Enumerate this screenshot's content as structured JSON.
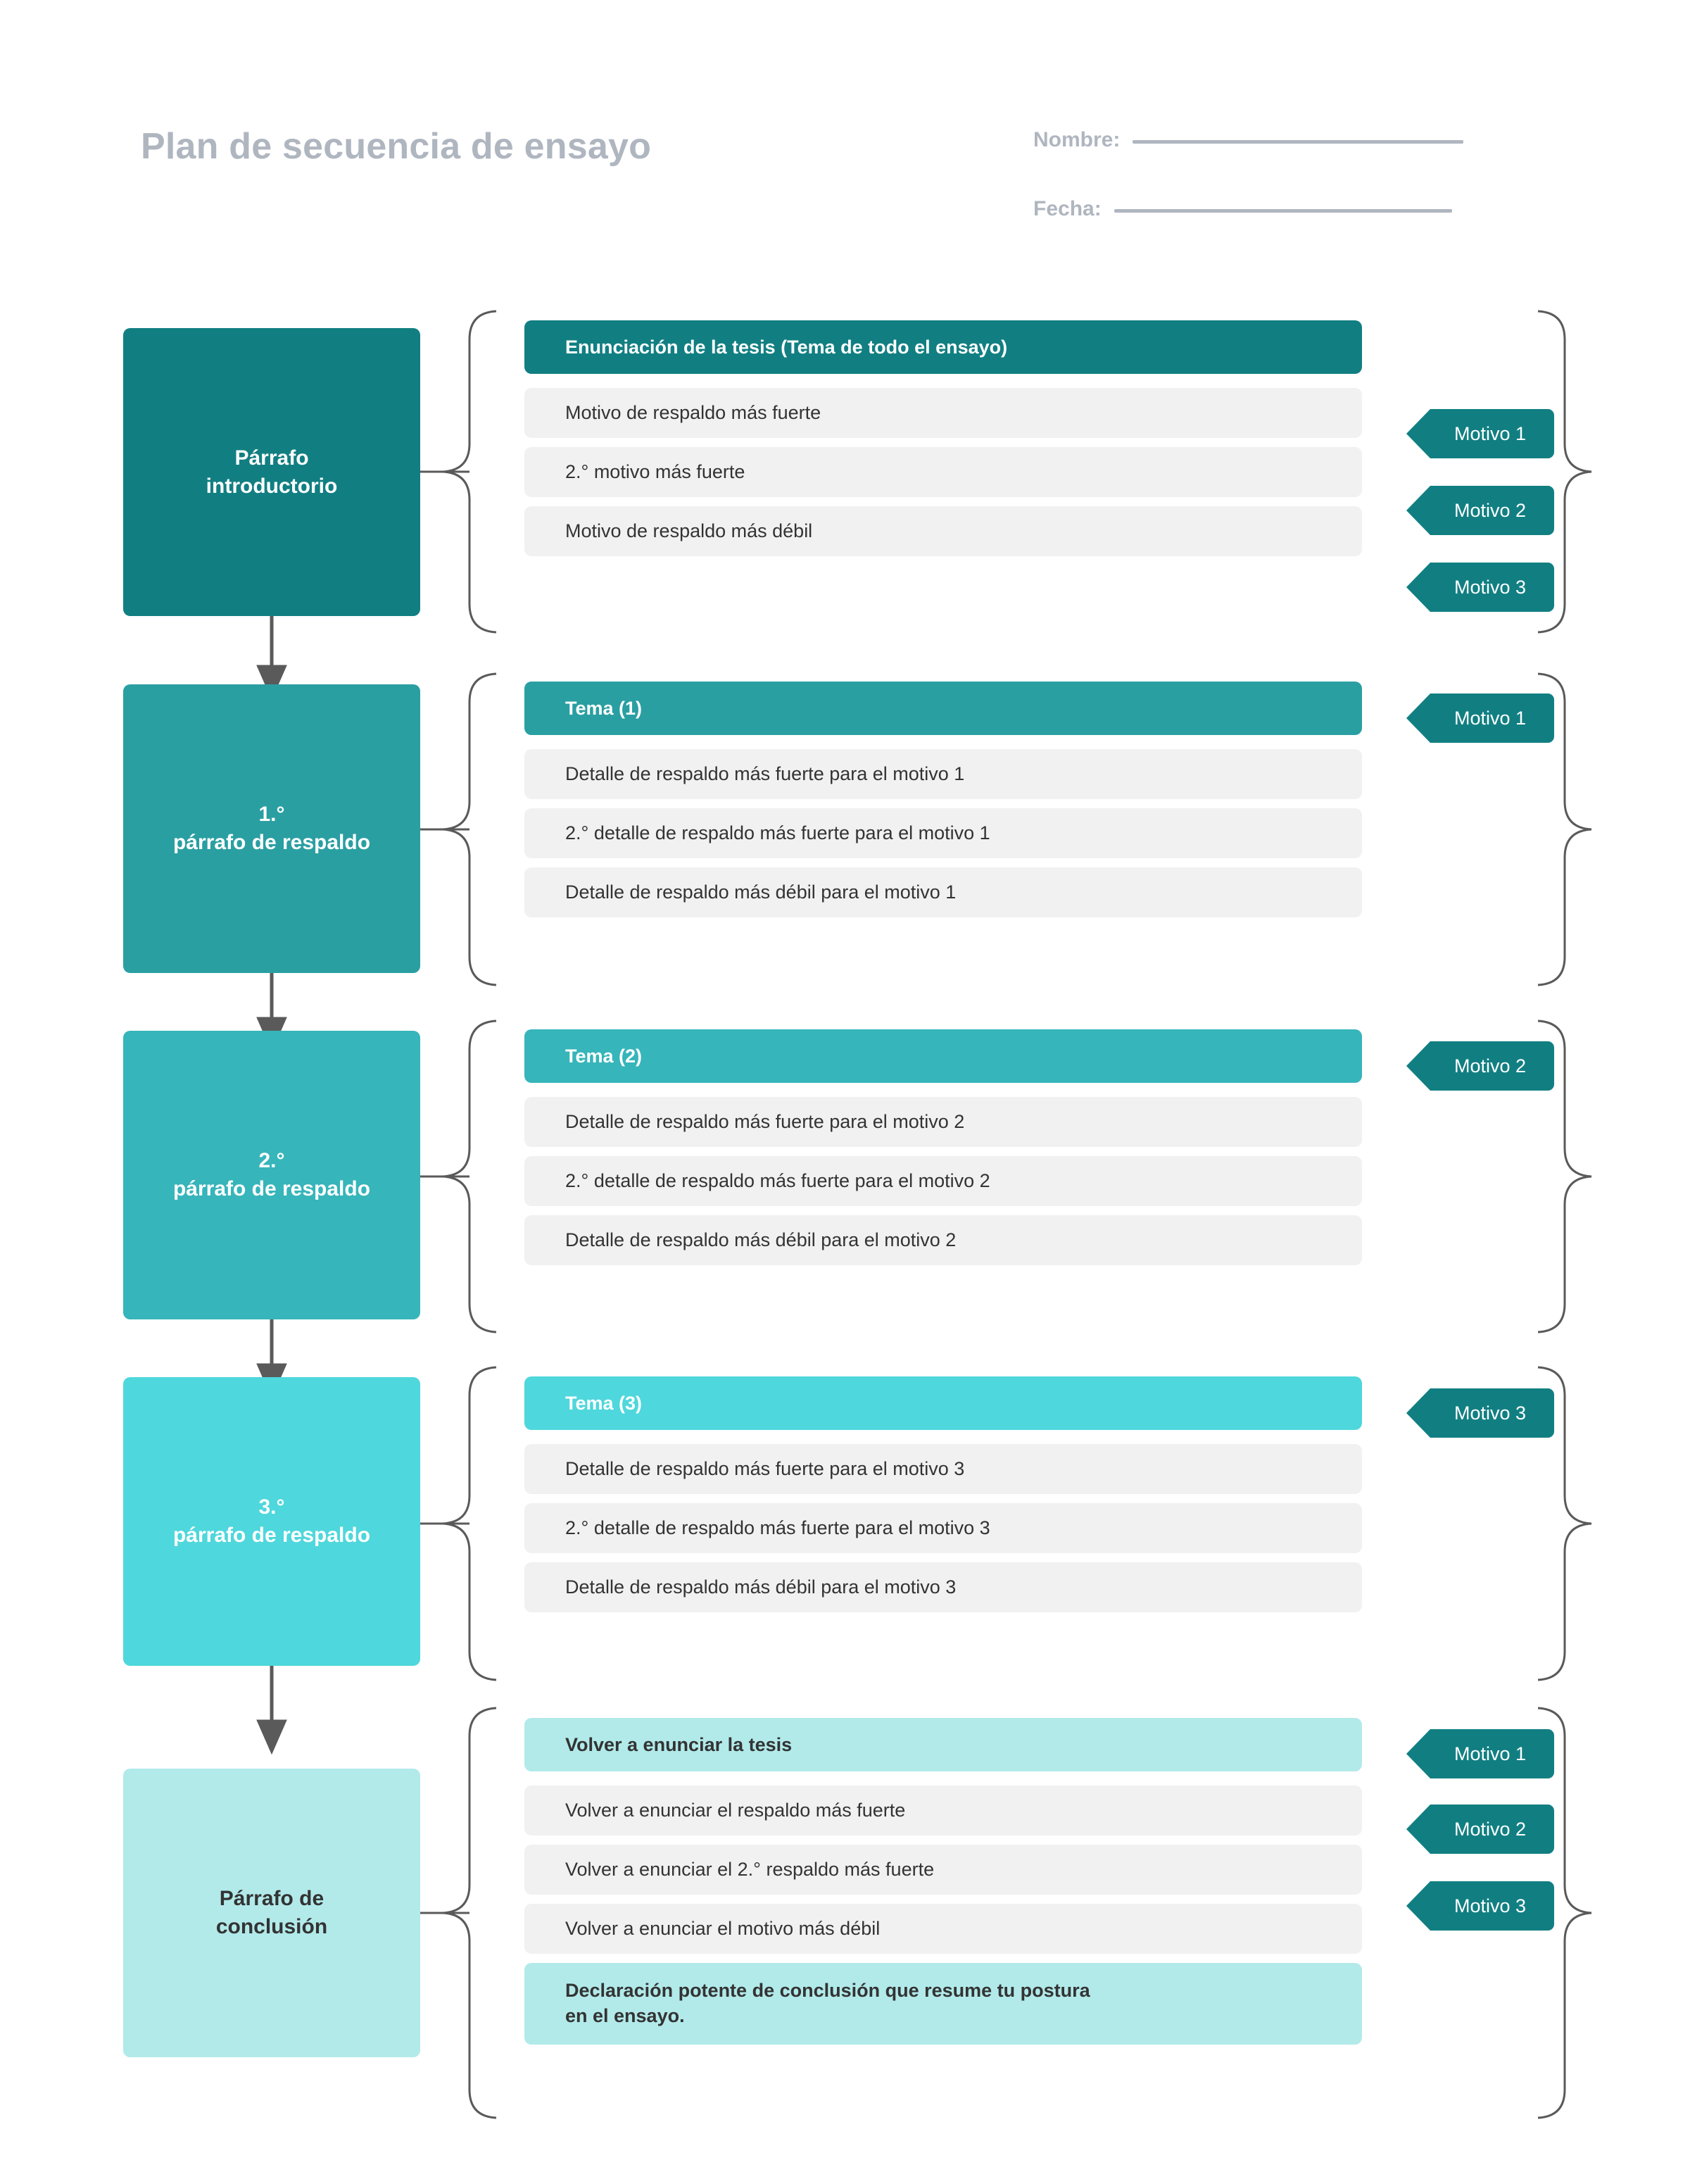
{
  "page": {
    "title": "Plan de secuencia de ensayo",
    "name_label": "Nombre:",
    "date_label": "Fecha:"
  },
  "colors": {
    "level1": "#117f82",
    "level2": "#2a9fa2",
    "level3": "#36b5ba",
    "level4": "#4ed7dc",
    "level5": "#b2eaea",
    "row_bg": "#f1f1f1",
    "badge": "#117f82",
    "title_text": "#afb6c0",
    "body_text": "#333333",
    "connector": "#5a5a5a"
  },
  "sections": [
    {
      "block_label": "Párrafo\nintroductorio",
      "header": {
        "text": "Enunciación de la tesis (Tema de todo el ensayo)"
      },
      "details": [
        {
          "text": "Motivo de respaldo más fuerte",
          "badge": "Motivo 1"
        },
        {
          "text": "2.° motivo más fuerte",
          "badge": "Motivo 2"
        },
        {
          "text": "Motivo de respaldo más débil",
          "badge": "Motivo 3"
        }
      ]
    },
    {
      "block_label": "1.°\npárrafo de respaldo",
      "header": {
        "text": "Tema (1)",
        "badge": "Motivo 1"
      },
      "details": [
        {
          "text": "Detalle de respaldo más fuerte para el motivo 1"
        },
        {
          "text": "2.° detalle de respaldo más fuerte para el motivo 1"
        },
        {
          "text": "Detalle de respaldo más débil para el motivo 1"
        }
      ]
    },
    {
      "block_label": "2.°\npárrafo de respaldo",
      "header": {
        "text": "Tema (2)",
        "badge": "Motivo 2"
      },
      "details": [
        {
          "text": "Detalle de respaldo más fuerte para el motivo 2"
        },
        {
          "text": "2.° detalle de respaldo más fuerte para el motivo 2"
        },
        {
          "text": "Detalle de respaldo más débil para el motivo 2"
        }
      ]
    },
    {
      "block_label": "3.°\npárrafo de respaldo",
      "header": {
        "text": "Tema (3)",
        "badge": "Motivo 3"
      },
      "details": [
        {
          "text": "Detalle de respaldo más fuerte para el motivo 3"
        },
        {
          "text": "2.° detalle de respaldo más fuerte para el motivo 3"
        },
        {
          "text": "Detalle de respaldo más débil para el motivo 3"
        }
      ]
    },
    {
      "block_label": "Párrafo de\nconclusión",
      "header": {
        "text": "Volver a enunciar la tesis",
        "badge": "Motivo 1"
      },
      "details": [
        {
          "text": "Volver a enunciar el respaldo más fuerte",
          "badge": "Motivo 2"
        },
        {
          "text": "Volver a enunciar el 2.° respaldo más fuerte",
          "badge": "Motivo 3"
        },
        {
          "text": "Volver a enunciar el motivo más débil"
        }
      ],
      "statement": "Declaración potente de conclusión que resume tu postura\nen el ensayo."
    }
  ]
}
